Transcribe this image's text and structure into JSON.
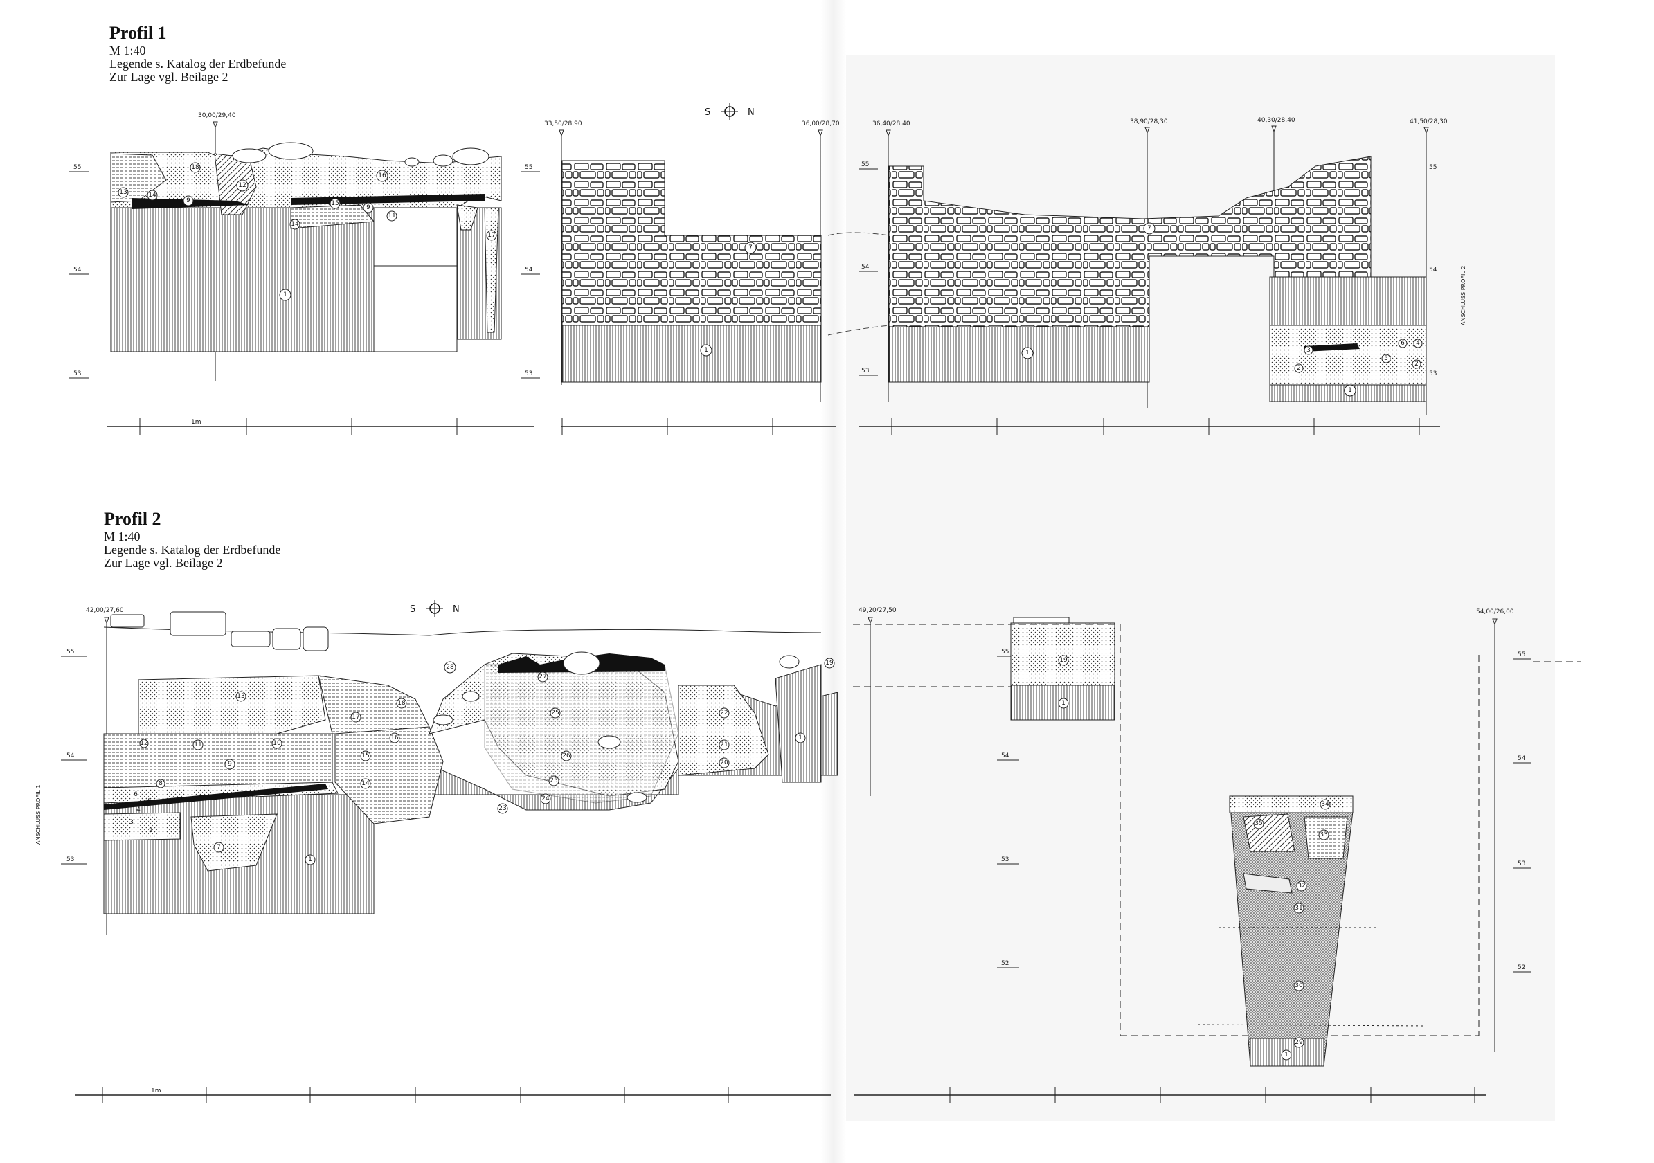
{
  "profil1": {
    "title": "Profil 1",
    "scale": "M 1:40",
    "legend": "Legende s. Katalog der Erdbefunde",
    "location": "Zur Lage vgl. Beilage 2",
    "coords": [
      "30,00/29,40",
      "33,50/28,90",
      "36,00/28,70",
      "36,40/28,40",
      "38,90/28,30",
      "40,30/28,40",
      "41,50/28,30"
    ],
    "levels": [
      "55",
      "54",
      "53"
    ],
    "compass": {
      "south": "S",
      "north": "N"
    },
    "scale_bar_label": "1m",
    "side_note": "ANSCHLUSS PROFIL 2",
    "find_numbers": [
      "1",
      "7",
      "9",
      "11",
      "12",
      "13",
      "14",
      "15",
      "16",
      "17",
      "18",
      "2",
      "3",
      "4",
      "5",
      "6"
    ]
  },
  "profil2": {
    "title": "Profil 2",
    "scale": "M 1:40",
    "legend": "Legende s. Katalog der Erdbefunde",
    "location": "Zur Lage vgl. Beilage 2",
    "coords": [
      "42,00/27,60",
      "49,20/27,50",
      "54,00/26,00"
    ],
    "levels": [
      "55",
      "54",
      "53",
      "52"
    ],
    "compass": {
      "south": "S",
      "north": "N"
    },
    "scale_bar_label": "1m",
    "side_note": "ANSCHLUSS PROFIL 1",
    "find_numbers": [
      "1",
      "2",
      "3",
      "4",
      "5",
      "6",
      "7",
      "8",
      "9",
      "10",
      "11",
      "12",
      "13",
      "14",
      "15",
      "16",
      "17",
      "18",
      "19",
      "20",
      "21",
      "22",
      "23",
      "24",
      "25",
      "26",
      "27",
      "28",
      "29",
      "30",
      "31",
      "32",
      "33",
      "34",
      "35"
    ]
  }
}
